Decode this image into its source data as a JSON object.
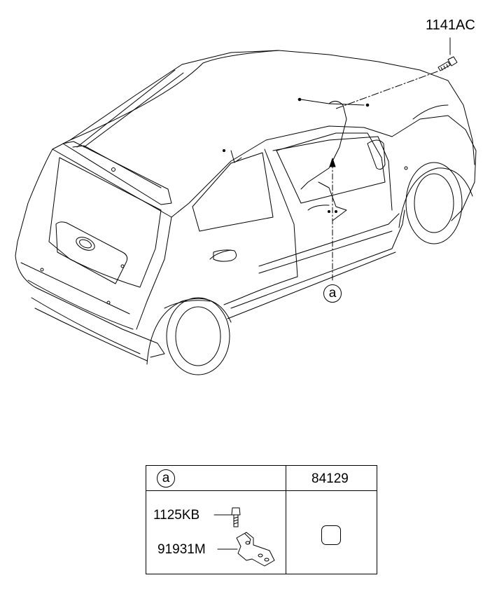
{
  "labels": {
    "bolt_top": "1141AC",
    "ref_a_car": "a",
    "ref_a_table": "a",
    "code_84129": "84129",
    "bolt_small": "1125KB",
    "bracket": "91931M"
  }
}
